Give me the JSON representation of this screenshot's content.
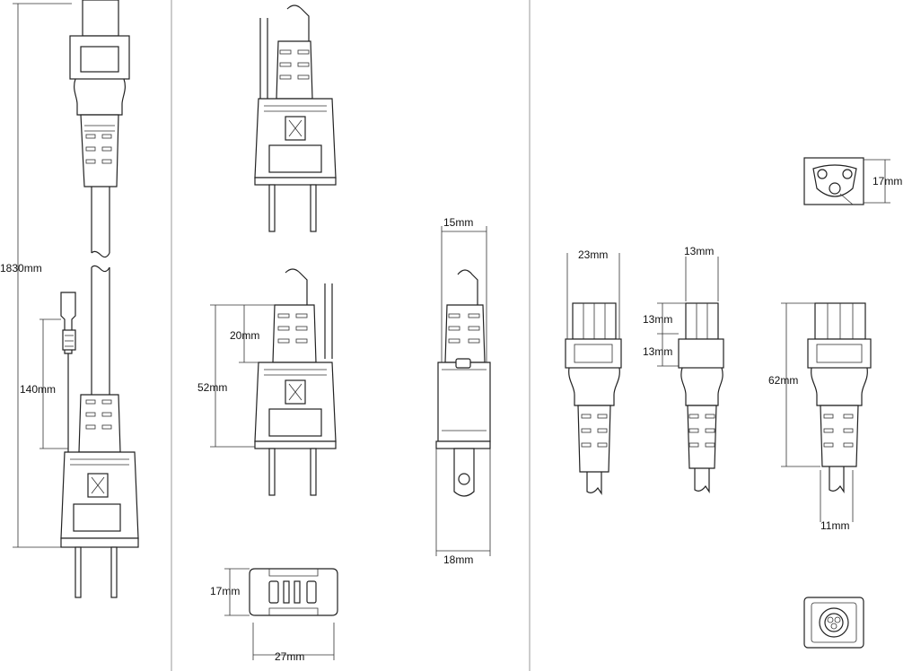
{
  "dimensions": {
    "cord_length": "1830mm",
    "plug_tail_length": "140mm",
    "plug_top_section": "20mm",
    "plug_body_length": "52mm",
    "plug_front_width": "17mm",
    "plug_front_length": "27mm",
    "plug_side_top_width": "15mm",
    "plug_side_bottom_width": "18mm",
    "connector_front_width": "23mm",
    "connector_side_width": "13mm",
    "connector_side_upper": "13mm",
    "connector_side_lower": "13mm",
    "connector_back_length": "62mm",
    "connector_back_cord": "11mm",
    "connector_face_height": "17mm"
  }
}
